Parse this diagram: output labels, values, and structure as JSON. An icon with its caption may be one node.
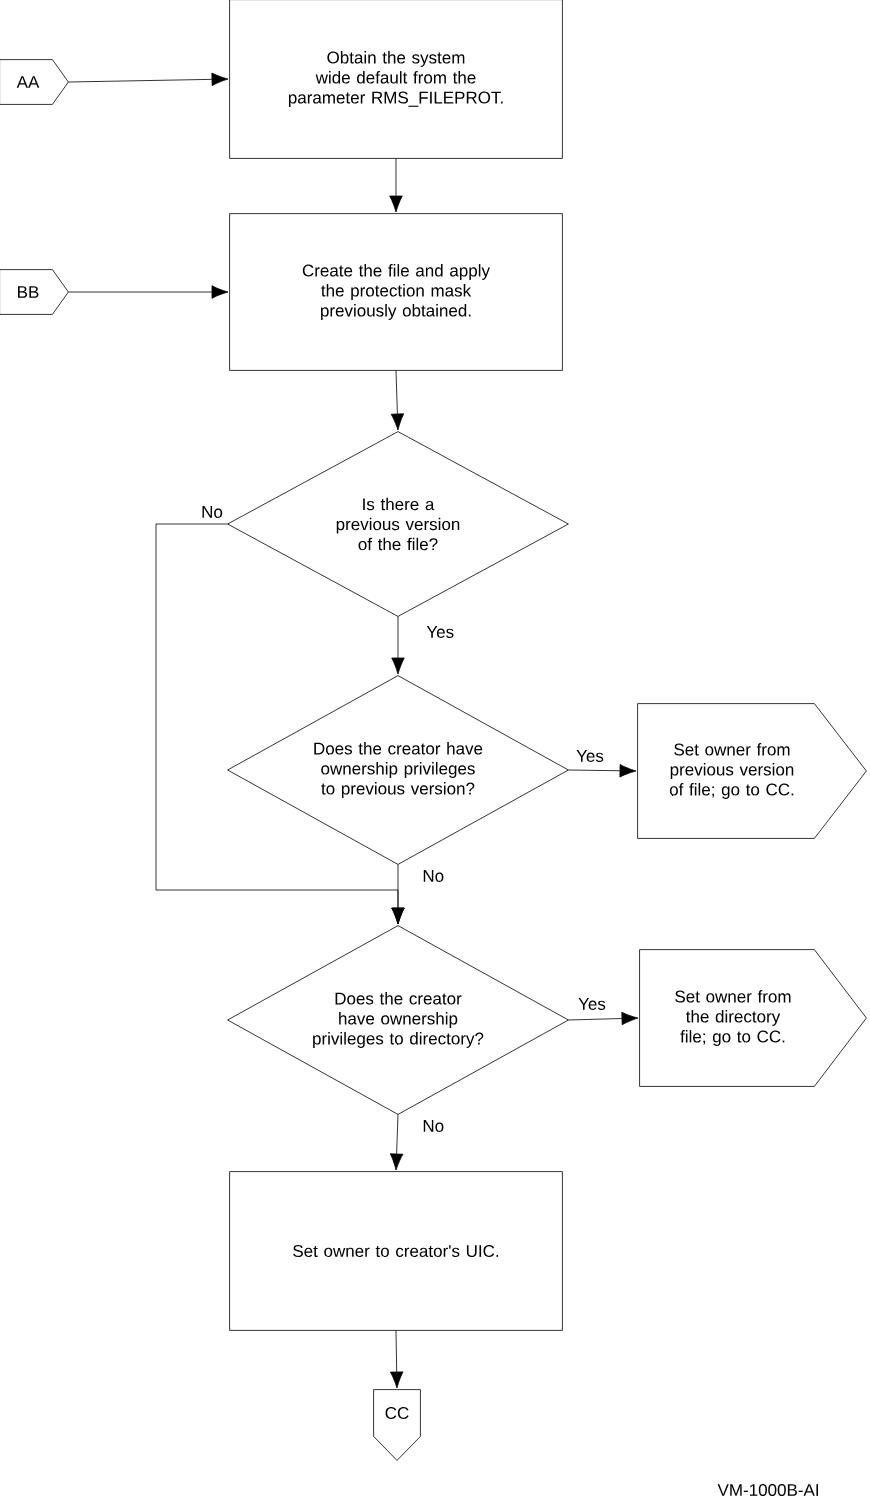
{
  "diagram": {
    "nodes": [
      {
        "text": [
          "AA"
        ]
      },
      {
        "text": [
          "Obtain the system wide default from the parameter RMS_FILEPROT."
        ]
      },
      {
        "text": [
          "BB"
        ]
      },
      {
        "text": [
          "Create the file and apply the protection mask previously obtained."
        ]
      },
      {
        "text": [
          "Is there a previous version of the file?"
        ]
      },
      {
        "text": [
          "Does the creator have ownership privileges to previous version?"
        ]
      },
      {
        "text": [
          "Set owner from previous version of file; go to CC."
        ]
      },
      {
        "text": [
          "Does the creator have ownership privileges to directory?"
        ]
      },
      {
        "text": [
          "Set owner from the directory file; go to CC."
        ]
      },
      {
        "text": [
          "Set owner to creator's UIC."
        ]
      },
      {
        "text": [
          "CC"
        ]
      }
    ],
    "edges": [
      {
        "from": 0,
        "to": 1,
        "arrow": "to"
      },
      {
        "from": 2,
        "to": 3,
        "arrow": "to"
      },
      {
        "from": 1,
        "to": 3,
        "arrow": "to"
      },
      {
        "from": 3,
        "to": 4,
        "arrow": "to"
      },
      {
        "from": 4,
        "to": 5,
        "arrow": "to",
        "label": "Yes"
      },
      {
        "from": 4,
        "to": 7,
        "arrow": "to",
        "label": "No"
      },
      {
        "from": 5,
        "to": 6,
        "arrow": "to",
        "label": "Yes"
      },
      {
        "from": 5,
        "to": 7,
        "arrow": "to",
        "label": "No"
      },
      {
        "from": 7,
        "to": 8,
        "arrow": "to",
        "label": "Yes"
      },
      {
        "from": 7,
        "to": 9,
        "arrow": "to",
        "label": "No"
      },
      {
        "from": 9,
        "to": 10,
        "arrow": "to"
      }
    ],
    "labels": [
      "VM-1000B-AI"
    ]
  }
}
